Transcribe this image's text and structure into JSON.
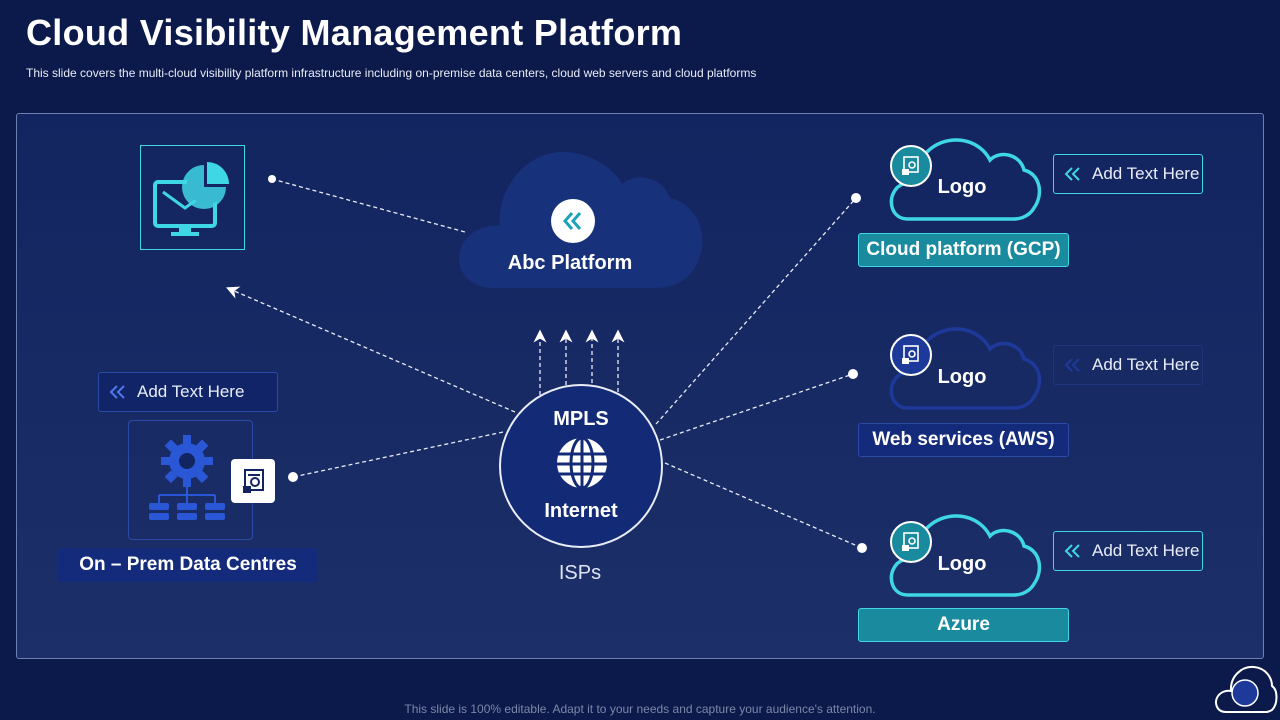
{
  "slide": {
    "title": "Cloud Visibility Management Platform",
    "subtitle": "This slide covers the multi-cloud visibility platform infrastructure including on-premise data centers, cloud web servers and cloud platforms",
    "footer": "This slide is 100% editable. Adapt it to your needs and capture your audience's attention."
  },
  "center": {
    "top_label": "MPLS",
    "bottom_label": "Internet",
    "caption": "ISPs"
  },
  "platform": {
    "label": "Abc Platform"
  },
  "onprem": {
    "label": "On – Prem Data Centres",
    "add_text": "Add Text Here"
  },
  "clouds": [
    {
      "logo": "Logo",
      "label": "Cloud platform (GCP)",
      "add_text": "Add Text Here"
    },
    {
      "logo": "Logo",
      "label": "Web services (AWS)",
      "add_text": "Add Text Here"
    },
    {
      "logo": "Logo",
      "label": "Azure",
      "add_text": "Add Text Here"
    }
  ],
  "colors": {
    "background": "#0b1a4a",
    "teal": "#1a8b9e",
    "cyan": "#3fd6e6",
    "navy_accent": "#1d3a9a"
  }
}
